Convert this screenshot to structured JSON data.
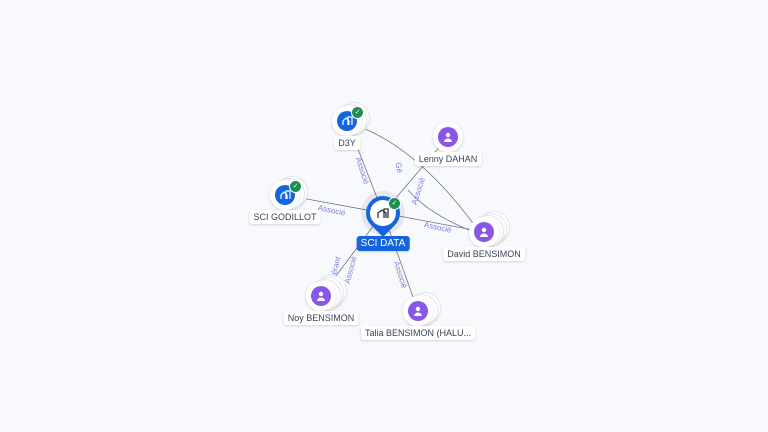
{
  "center": {
    "label": "SCI DATA",
    "icon": "building-icon",
    "verified": true
  },
  "nodes": [
    {
      "label": "D3Y",
      "type": "company",
      "verified": true
    },
    {
      "label": "SCI GODILLOT",
      "type": "company",
      "verified": true
    },
    {
      "label": "Lenny DAHAN",
      "type": "person"
    },
    {
      "label": "David BENSIMON",
      "type": "person"
    },
    {
      "label": "Noy BENSIMON",
      "type": "person"
    },
    {
      "label": "Talia BENSIMON (HALU...",
      "type": "person"
    }
  ],
  "edges": {
    "associe": "Associé",
    "gerant": "Gérant",
    "ge": "Gé"
  },
  "colors": {
    "accent": "#1565e0",
    "person": "#8a56e8",
    "verified": "#1e8e4e",
    "edge_label": "#7b7fe0"
  }
}
